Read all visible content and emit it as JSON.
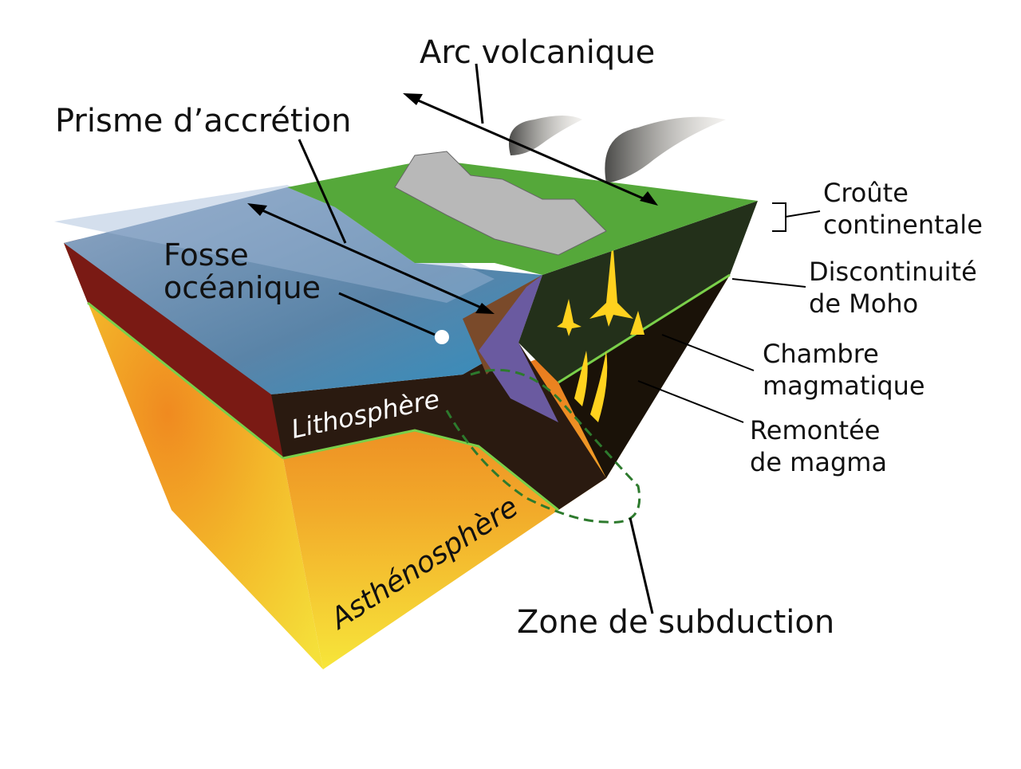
{
  "title": "Zone de subduction",
  "labels": {
    "arc_volcanique": "Arc volcanique",
    "prisme": "Prisme d’accrétion",
    "fosse_line1": "Fosse",
    "fosse_line2": "océanique",
    "croute_line1": "Croûte",
    "croute_line2": "continentale",
    "moho_line1": "Discontinuité",
    "moho_line2": "de Moho",
    "chambre_line1": "Chambre",
    "chambre_line2": "magmatique",
    "remontee_line1": "Remontée",
    "remontee_line2": "de magma",
    "lithosphere": "Lithosphère",
    "asthenosphere": "Asthénosphère",
    "zone_subduction": "Zone de subduction"
  },
  "colors": {
    "ocean": "#3d7fb0",
    "land": "#55a83a",
    "mantle_hot": "#f0a020",
    "mantle_yellow": "#f5e23a",
    "lithosphere": "#2a1a10",
    "crust_red": "#7a1a14",
    "magma": "#ffd21e"
  }
}
